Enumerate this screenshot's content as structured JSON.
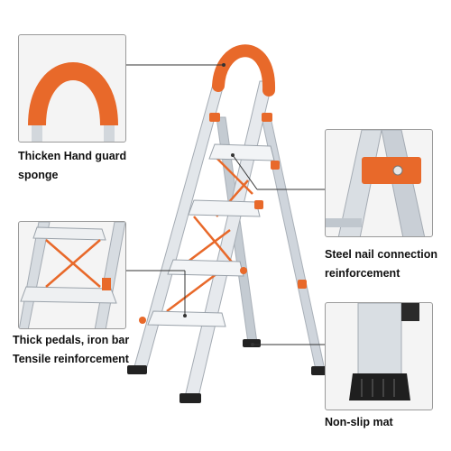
{
  "callouts": {
    "hand_guard": {
      "line1": "Thicken Hand guard",
      "line2": "sponge"
    },
    "steel_nail": {
      "line1": "Steel nail connection",
      "line2": "reinforcement"
    },
    "pedals": {
      "line1": "Thick pedals, iron bar",
      "line2": "Tensile reinforcement"
    },
    "mat": {
      "line1": "Non-slip mat"
    }
  },
  "colors": {
    "accent": "#e8692a",
    "frame": "#d8dde3",
    "foot": "#222222",
    "text": "#111111"
  },
  "icons": [
    "foam-handle-icon",
    "steel-joint-icon",
    "pedal-iron-bar-icon",
    "rubber-foot-icon",
    "step-ladder-illustration"
  ]
}
